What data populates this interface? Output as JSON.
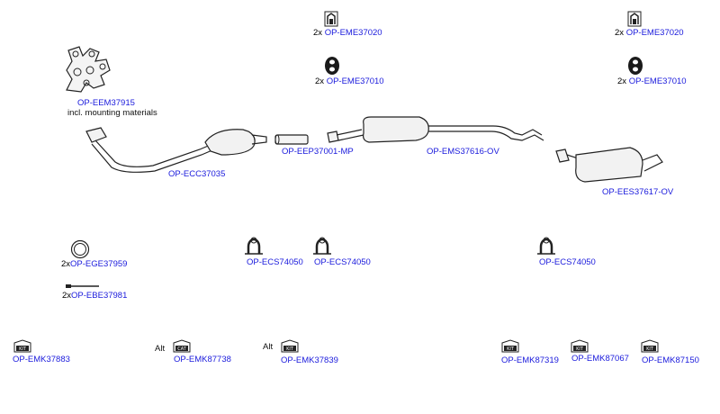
{
  "colors": {
    "code": "#1a1adc",
    "text": "#111111",
    "line": "#222222"
  },
  "parts": {
    "manifold": {
      "code": "OP-EEM37915",
      "note": "incl. mounting materials"
    },
    "catalyst": {
      "code": "OP-ECC37035"
    },
    "pipe": {
      "code": "OP-EEP37001-MP"
    },
    "middle_silencer": {
      "code": "OP-EMS37616-OV"
    },
    "rear_silencer": {
      "code": "OP-EES37617-OV"
    },
    "hanger_1": {
      "qty": "2x",
      "code": "OP-EME37020"
    },
    "hanger_2": {
      "qty": "2x",
      "code": "OP-EME37020"
    },
    "rubber_1": {
      "qty": "2x",
      "code": "OP-EME37010"
    },
    "rubber_2": {
      "qty": "2x",
      "code": "OP-EME37010"
    },
    "gasket": {
      "qty": "2x",
      "code": "OP-EGE37959"
    },
    "bolt": {
      "qty": "2x",
      "code": "OP-EBE37981"
    },
    "clamp_1": {
      "code": "OP-ECS74050"
    },
    "clamp_2": {
      "code": "OP-ECS74050"
    },
    "clamp_3": {
      "code": "OP-ECS74050"
    }
  },
  "kits": [
    {
      "alt": "",
      "badge": "KIT",
      "code": "OP-EMK37883"
    },
    {
      "alt": "Alt",
      "badge": "CAT",
      "code": "OP-EMK87738"
    },
    {
      "alt": "Alt",
      "badge": "KIT",
      "code": "OP-EMK37839"
    },
    {
      "alt": "",
      "badge": "KIT",
      "code": "OP-EMK87319"
    },
    {
      "alt": "",
      "badge": "KIT",
      "code": "OP-EMK87067"
    },
    {
      "alt": "",
      "badge": "KIT",
      "code": "OP-EMK87150"
    }
  ]
}
